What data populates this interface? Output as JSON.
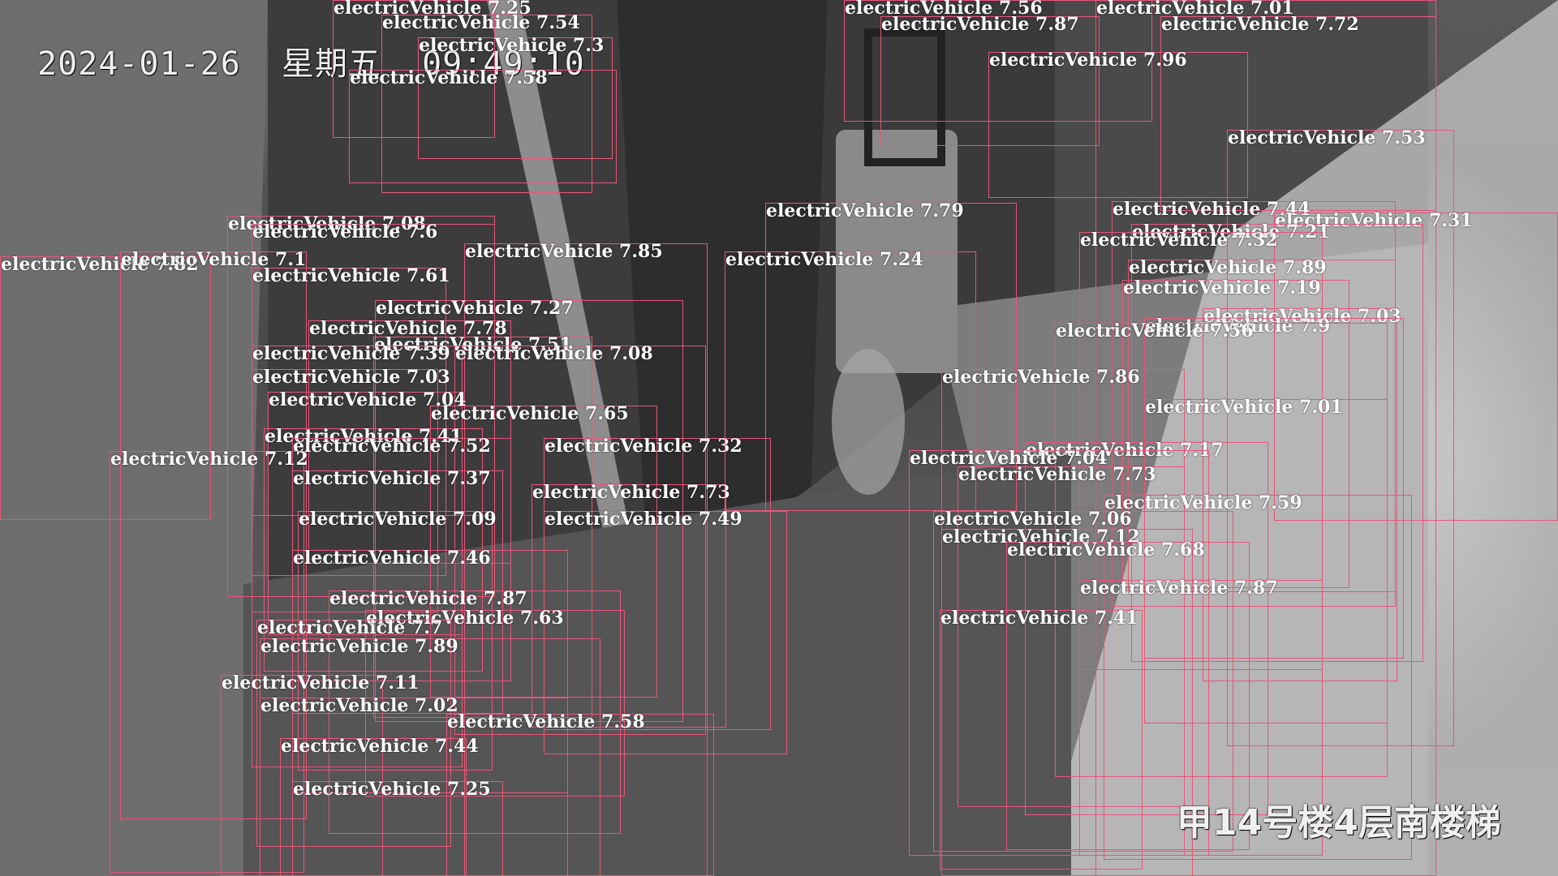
{
  "timestamp": {
    "date": "2024-01-26",
    "weekday": "星期五",
    "time": "09:49:10"
  },
  "location": "甲14号楼4层南楼梯",
  "box_color": "#e8557a",
  "detections": [
    {
      "label": "electricVehicle",
      "score": "7.25"
    },
    {
      "label": "electricVehicle",
      "score": "7.54"
    },
    {
      "label": "electricVehicle",
      "score": "7.3"
    },
    {
      "label": "electricVehicle",
      "score": "7.58"
    },
    {
      "label": "electricVehicle",
      "score": "7.08"
    },
    {
      "label": "electricVehicle",
      "score": "7.6"
    },
    {
      "label": "electricVehicle",
      "score": "7.85"
    },
    {
      "label": "electricVehicle",
      "score": "7.82"
    },
    {
      "label": "electricVehicle",
      "score": "7.1"
    },
    {
      "label": "electricVehicle",
      "score": "7.61"
    },
    {
      "label": "electricVehicle",
      "score": "7.27"
    },
    {
      "label": "electricVehicle",
      "score": "7.78"
    },
    {
      "label": "electricVehicle",
      "score": "7.51"
    },
    {
      "label": "electricVehicle",
      "score": "7.39"
    },
    {
      "label": "electricVehicle",
      "score": "7.08"
    },
    {
      "label": "electricVehicle",
      "score": "7.03"
    },
    {
      "label": "electricVehicle",
      "score": "7.04"
    },
    {
      "label": "electricVehicle",
      "score": "7.65"
    },
    {
      "label": "electricVehicle",
      "score": "7.41"
    },
    {
      "label": "electricVehicle",
      "score": "7.52"
    },
    {
      "label": "electricVehicle",
      "score": "7.32"
    },
    {
      "label": "electricVehicle",
      "score": "7.12"
    },
    {
      "label": "electricVehicle",
      "score": "7.37"
    },
    {
      "label": "electricVehicle",
      "score": "7.73"
    },
    {
      "label": "electricVehicle",
      "score": "7.49"
    },
    {
      "label": "electricVehicle",
      "score": "7.09"
    },
    {
      "label": "electricVehicle",
      "score": "7.46"
    },
    {
      "label": "electricVehicle",
      "score": "7.87"
    },
    {
      "label": "electricVehicle",
      "score": "7.63"
    },
    {
      "label": "electricVehicle",
      "score": "7.7"
    },
    {
      "label": "electricVehicle",
      "score": "7.89"
    },
    {
      "label": "electricVehicle",
      "score": "7.11"
    },
    {
      "label": "electricVehicle",
      "score": "7.02"
    },
    {
      "label": "electricVehicle",
      "score": "7.58"
    },
    {
      "label": "electricVehicle",
      "score": "7.44"
    },
    {
      "label": "electricVehicle",
      "score": "7.25"
    },
    {
      "label": "electricVehicle",
      "score": "7.56"
    },
    {
      "label": "electricVehicle",
      "score": "7.01"
    },
    {
      "label": "electricVehicle",
      "score": "7.87"
    },
    {
      "label": "electricVehicle",
      "score": "7.72"
    },
    {
      "label": "electricVehicle",
      "score": "7.96"
    },
    {
      "label": "electricVehicle",
      "score": "7.53"
    },
    {
      "label": "electricVehicle",
      "score": "7.79"
    },
    {
      "label": "electricVehicle",
      "score": "7.24"
    },
    {
      "label": "electricVehicle",
      "score": "7.44"
    },
    {
      "label": "electricVehicle",
      "score": "7.31"
    },
    {
      "label": "electricVehicle",
      "score": "7.21"
    },
    {
      "label": "electricVehicle",
      "score": "7.32"
    },
    {
      "label": "electricVehicle",
      "score": "7.89"
    },
    {
      "label": "electricVehicle",
      "score": "7.19"
    },
    {
      "label": "electricVehicle",
      "score": "7.03"
    },
    {
      "label": "electricVehicle",
      "score": "7.9"
    },
    {
      "label": "electricVehicle",
      "score": "7.56"
    },
    {
      "label": "electricVehicle",
      "score": "7.86"
    },
    {
      "label": "electricVehicle",
      "score": "7.01"
    },
    {
      "label": "electricVehicle",
      "score": "7.17"
    },
    {
      "label": "electricVehicle",
      "score": "7.04"
    },
    {
      "label": "electricVehicle",
      "score": "7.73"
    },
    {
      "label": "electricVehicle",
      "score": "7.59"
    },
    {
      "label": "electricVehicle",
      "score": "7.06"
    },
    {
      "label": "electricVehicle",
      "score": "7.12"
    },
    {
      "label": "electricVehicle",
      "score": "7.68"
    },
    {
      "label": "electricVehicle",
      "score": "7.87"
    },
    {
      "label": "electricVehicle",
      "score": "7.41"
    }
  ]
}
